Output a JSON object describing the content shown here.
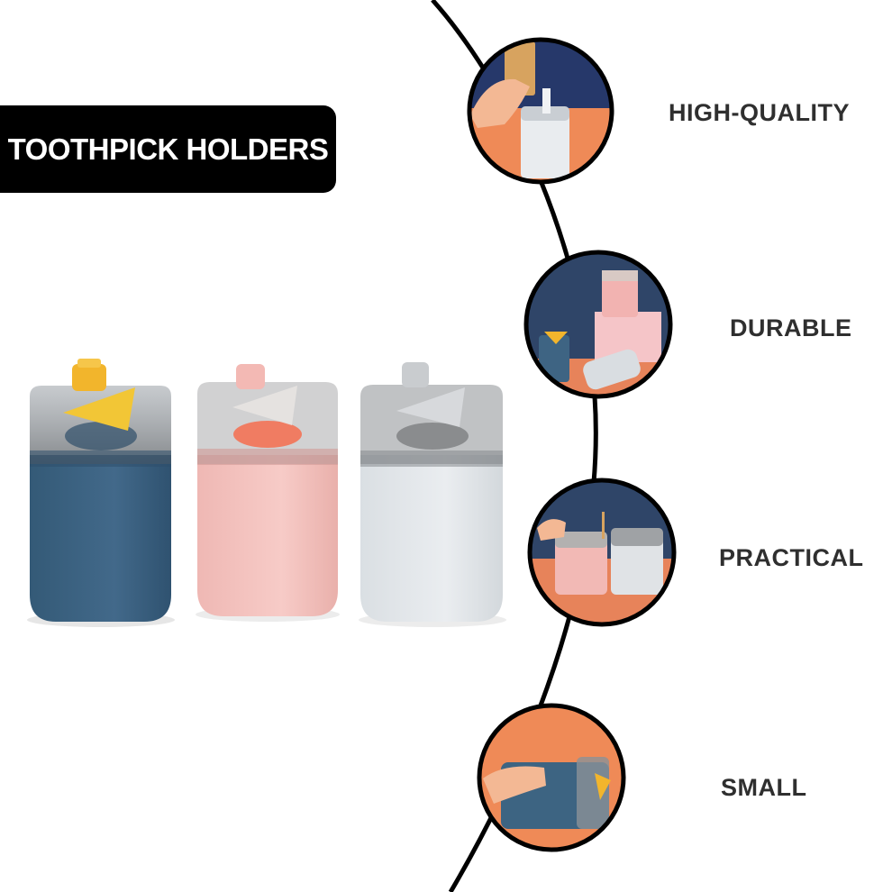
{
  "banner": {
    "title": "TOOTHPICK HOLDERS"
  },
  "features": [
    {
      "label": "HIGH-QUALITY"
    },
    {
      "label": "DURABLE"
    },
    {
      "label": "PRACTICAL"
    },
    {
      "label": "SMALL"
    }
  ],
  "products": [
    {
      "color": "blue",
      "body": "#3d6482",
      "knob": "#f2b52c"
    },
    {
      "color": "pink",
      "body": "#f4c3c0",
      "knob": "#f3b9b4"
    },
    {
      "color": "gray",
      "body": "#e4e8ec",
      "knob": "#c9cccf"
    }
  ],
  "colors": {
    "background": "#ffffff",
    "banner": "#000000",
    "curve": "#000000",
    "photo_orange": "#f08c5a",
    "photo_navy": "#34466b"
  }
}
